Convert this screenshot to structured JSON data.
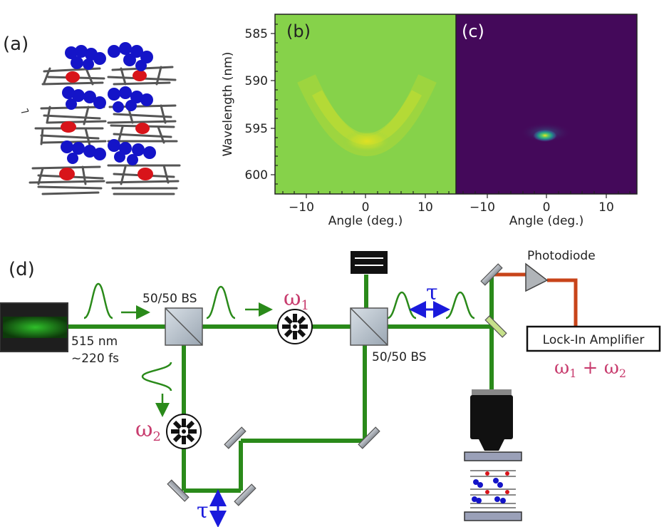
{
  "panels": {
    "a": "(a)",
    "b": "(b)",
    "c": "(c)",
    "d": "(d)"
  },
  "spectra": {
    "ylabel": "Wavelength (nm)",
    "xlabel": "Angle (deg.)",
    "yticks": [
      "585",
      "590",
      "595",
      "600"
    ],
    "xticks": [
      "−10",
      "0",
      "10"
    ],
    "colors": {
      "panel_b_bg": "#86d24a",
      "panel_c_bg": "#44095a",
      "peak": "#e8e21f"
    }
  },
  "chart_data": [
    {
      "type": "heatmap",
      "panel": "(b)",
      "xlabel": "Angle (deg.)",
      "ylabel": "Wavelength (nm)",
      "xlim": [
        -15,
        15
      ],
      "ylim": [
        602,
        583
      ],
      "xticks": [
        -10,
        0,
        10
      ],
      "yticks": [
        585,
        590,
        595,
        600
      ],
      "features": {
        "shape": "parabolic dispersion",
        "vertex_angle": 0,
        "vertex_wavelength": 596.5,
        "edge_wavelength": 589.5
      }
    },
    {
      "type": "heatmap",
      "panel": "(c)",
      "xlabel": "Angle (deg.)",
      "xlim": [
        -15,
        15
      ],
      "ylim": [
        602,
        583
      ],
      "xticks": [
        -10,
        0,
        10
      ],
      "features": {
        "shape": "localized spot",
        "center_angle": 0,
        "center_wavelength": 595.7
      }
    }
  ],
  "setup": {
    "laser_wavelength": "515 nm",
    "pulse_width": "~220 fs",
    "bs1_label": "50/50 BS",
    "bs2_label": "50/50 BS",
    "omega1": "ω",
    "omega1_sub": "1",
    "omega2": "ω",
    "omega2_sub": "2",
    "tau": "τ",
    "detector": "Photodiode",
    "lockin": "Lock-In Amplifier",
    "sum_freq": {
      "w": "ω",
      "sub1": "1",
      "plus": " + ",
      "sub2": "2"
    },
    "colors": {
      "beam": "#2a8a1a",
      "electrical": "#c8441a",
      "freq_label": "#c83c6e",
      "arrow": "#1a1adc"
    }
  }
}
